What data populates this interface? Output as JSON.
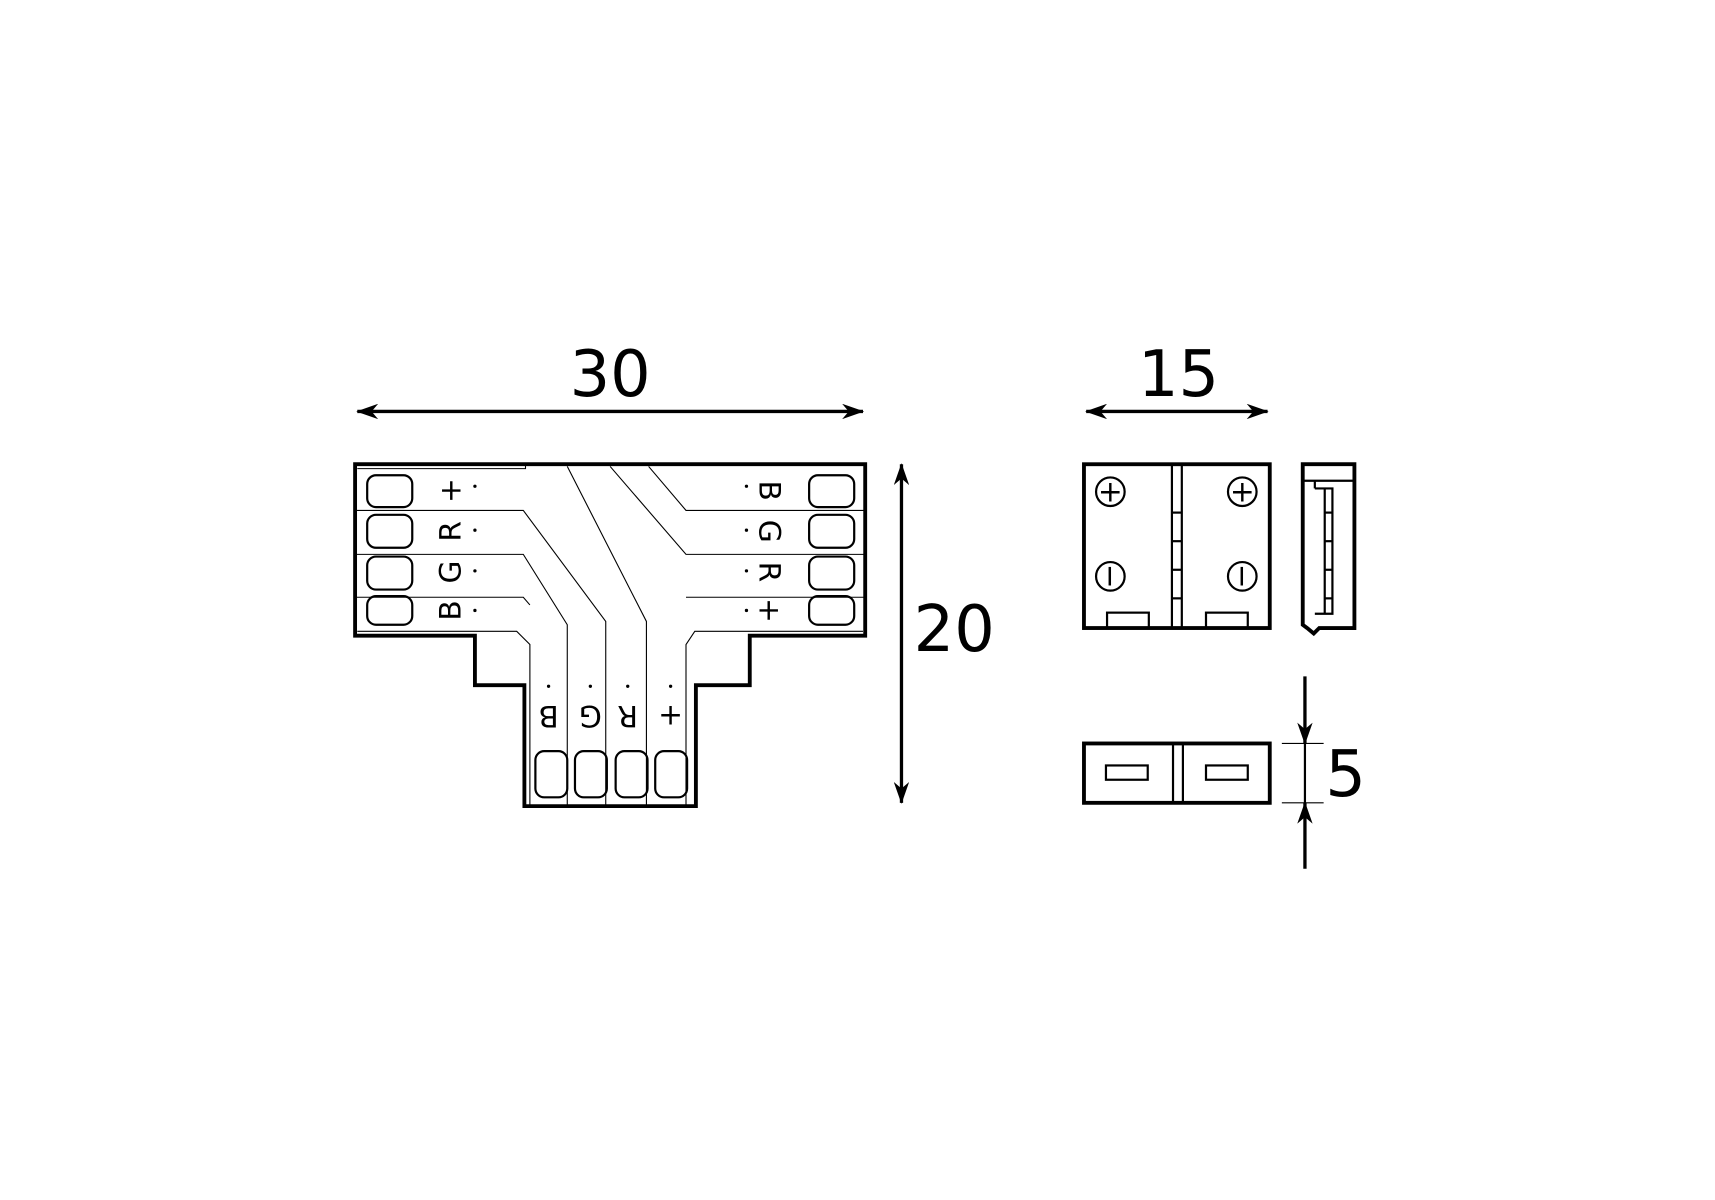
{
  "dimensions": {
    "tee_width": "30",
    "tee_height": "20",
    "clip_width": "15",
    "clip_thickness": "5"
  },
  "tee_labels": {
    "left": [
      "+",
      "R",
      "G",
      "B"
    ],
    "right": [
      "B",
      "G",
      "R",
      "+"
    ],
    "bottom": [
      "B",
      "G",
      "R",
      "+"
    ]
  },
  "clip_symbols": {
    "positive": "+",
    "negative": "−"
  }
}
